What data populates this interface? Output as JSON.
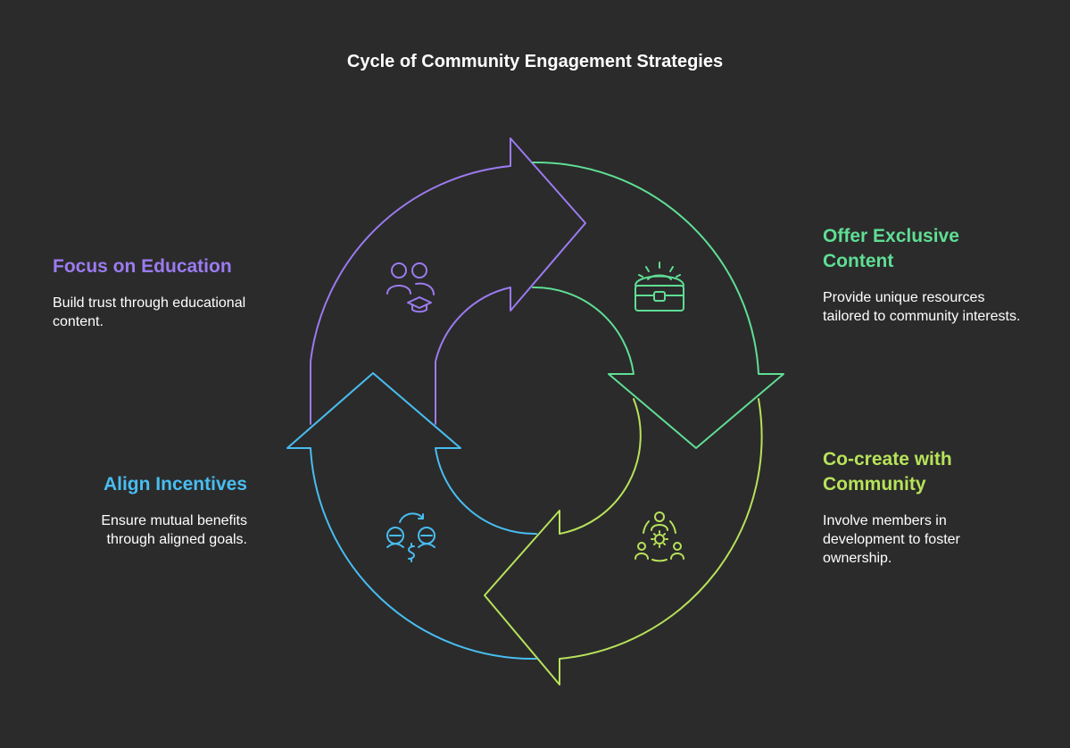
{
  "title": "Cycle of Community Engagement Strategies",
  "colors": {
    "background": "#2b2b2b",
    "education": "#9b7bf0",
    "exclusive": "#5fde94",
    "cocreate": "#b7e25a",
    "incentives": "#48bdf0"
  },
  "steps": [
    {
      "id": "education",
      "heading": "Focus on Education",
      "description": "Build trust through educational content.",
      "icon": "users-graduation-cap-icon"
    },
    {
      "id": "exclusive",
      "heading": "Offer Exclusive Content",
      "description": "Provide unique resources tailored to community interests.",
      "icon": "treasure-chest-icon"
    },
    {
      "id": "cocreate",
      "heading": "Co-create with Community",
      "description": "Involve members in development to foster ownership.",
      "icon": "people-gear-icon"
    },
    {
      "id": "incentives",
      "heading": "Align Incentives",
      "description": "Ensure mutual benefits through aligned goals.",
      "icon": "exchange-coins-icon"
    }
  ]
}
